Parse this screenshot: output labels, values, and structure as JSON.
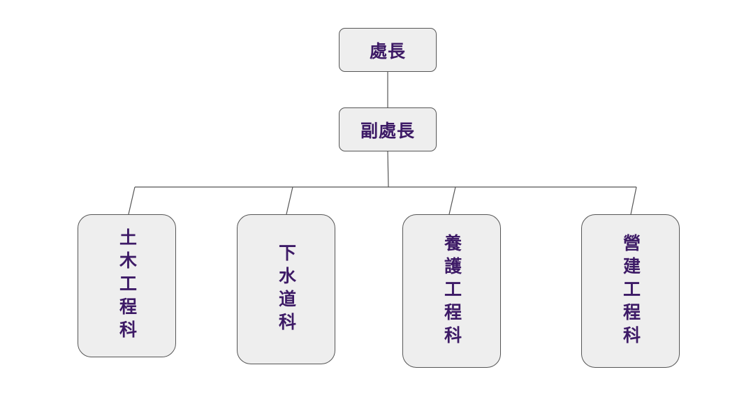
{
  "org_chart": {
    "director": {
      "label": "處長"
    },
    "deputy": {
      "label": "副處長"
    },
    "departments": [
      {
        "label": "土木工程科"
      },
      {
        "label": "下水道科"
      },
      {
        "label": "養護工程科"
      },
      {
        "label": "營建工程科"
      }
    ]
  },
  "colors": {
    "node_fill": "#eeeeee",
    "node_border": "#555555",
    "text": "#3d1a66",
    "connector": "#555555"
  }
}
